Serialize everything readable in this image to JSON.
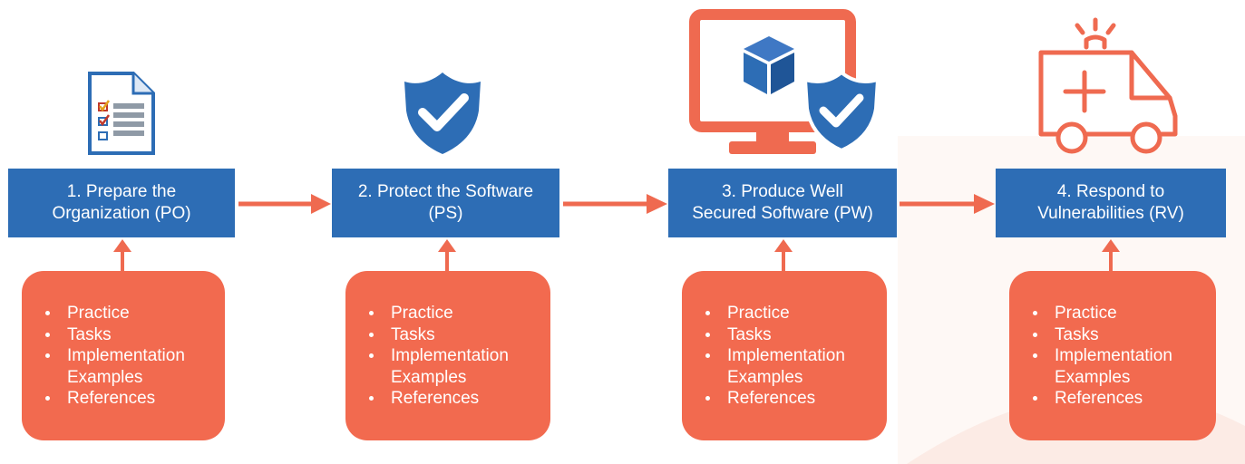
{
  "colors": {
    "box_blue": "#2d6db5",
    "card_orange": "#f26a4f",
    "arrow_orange": "#ef6a50",
    "text_white": "#ffffff"
  },
  "phases": [
    {
      "label": "1. Prepare the\nOrganization (PO)",
      "icon": "checklist-document-icon",
      "items": [
        "Practice",
        "Tasks",
        "Implementation\nExamples",
        "References"
      ]
    },
    {
      "label": "2. Protect the Software\n(PS)",
      "icon": "shield-check-icon",
      "items": [
        "Practice",
        "Tasks",
        "Implementation\nExamples",
        "References"
      ]
    },
    {
      "label": "3. Produce Well\nSecured Software (PW)",
      "icon": "monitor-cube-shield-icon",
      "items": [
        "Practice",
        "Tasks",
        "Implementation\nExamples",
        "References"
      ]
    },
    {
      "label": "4. Respond to\nVulnerabilities (RV)",
      "icon": "ambulance-icon",
      "items": [
        "Practice",
        "Tasks",
        "Implementation\nExamples",
        "References"
      ]
    }
  ]
}
